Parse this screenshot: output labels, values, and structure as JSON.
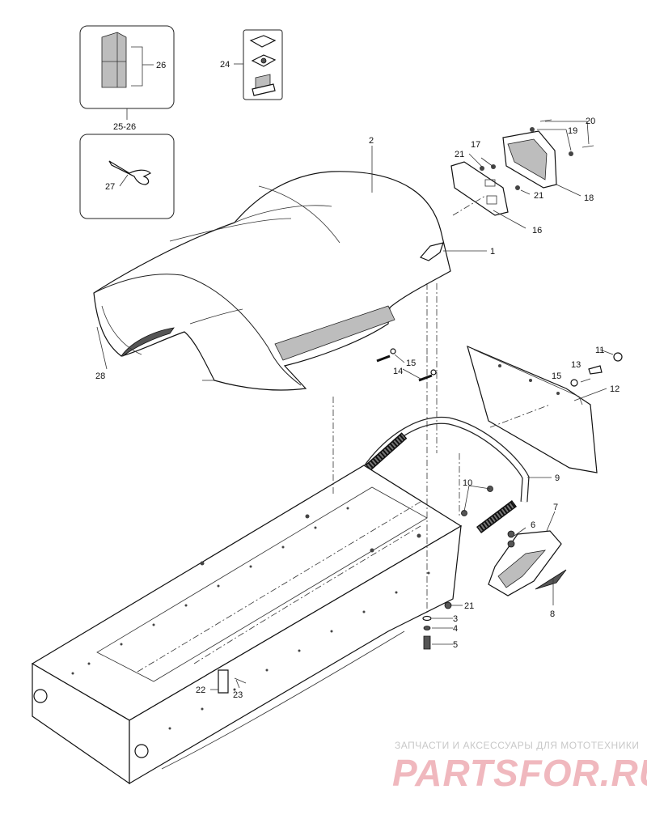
{
  "callouts": {
    "c1": "1",
    "c2": "2",
    "c3": "3",
    "c4": "4",
    "c5": "5",
    "c6": "6",
    "c7": "7",
    "c8": "8",
    "c9": "9",
    "c10": "10",
    "c11": "11",
    "c12": "12",
    "c13": "13",
    "c14": "14",
    "c15a": "15",
    "c15b": "15",
    "c16": "16",
    "c17": "17",
    "c18": "18",
    "c19": "19",
    "c20": "20",
    "c21a": "21",
    "c21b": "21",
    "c21c": "21",
    "c22": "22",
    "c23": "23",
    "c24": "24",
    "c25_26": "25-26",
    "c26": "26",
    "c27": "27",
    "c28": "28"
  },
  "watermark": {
    "tagline": "ЗАПЧАСТИ И АКСЕССУАРЫ ДЛЯ МОТОТЕХНИКИ",
    "logo": "PARTSFOR.RU"
  }
}
